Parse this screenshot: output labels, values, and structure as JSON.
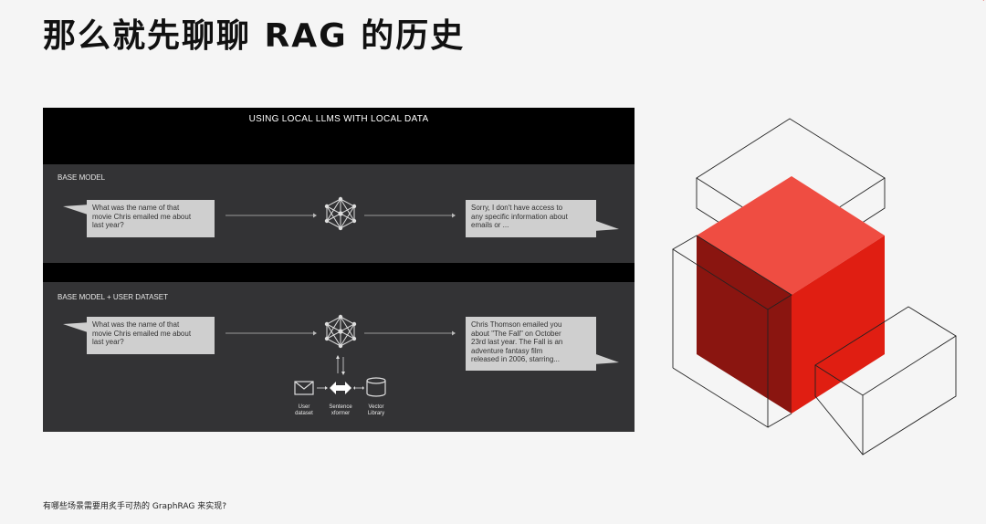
{
  "slide": {
    "title": "那么就先聊聊 RAG 的历史",
    "footer": "有哪些场景需要用炙手可热的 GraphRAG 来实现?"
  },
  "figure": {
    "title": "USING LOCAL LLMS WITH LOCAL DATA",
    "base_model": {
      "label": "BASE MODEL",
      "question": "What was the name of that\nmovie Chris emailed me about\nlast year?",
      "answer": "Sorry, I don't have access to\nany specific information about\nemails or ..."
    },
    "base_model_user": {
      "label": "BASE MODEL + USER DATASET",
      "question": "What was the name of that\nmovie Chris emailed me about\nlast year?",
      "answer": "Chris Thomson emailed you\nabout \"The Fall\" on October\n23rd last year. The Fall is an\nadventure fantasy film\nreleased in 2006, starring...",
      "components": [
        {
          "label": "User\ndataset",
          "icon": "envelope-icon"
        },
        {
          "label": "Sentence\nxformer",
          "icon": "double-arrow-icon"
        },
        {
          "label": "Vector\nLibrary",
          "icon": "database-icon"
        }
      ]
    }
  },
  "colors": {
    "cube_red": "#e52b1f",
    "cube_dark_red": "#8a1510",
    "figure_bg": "#000000",
    "panel_bg": "#333335"
  }
}
